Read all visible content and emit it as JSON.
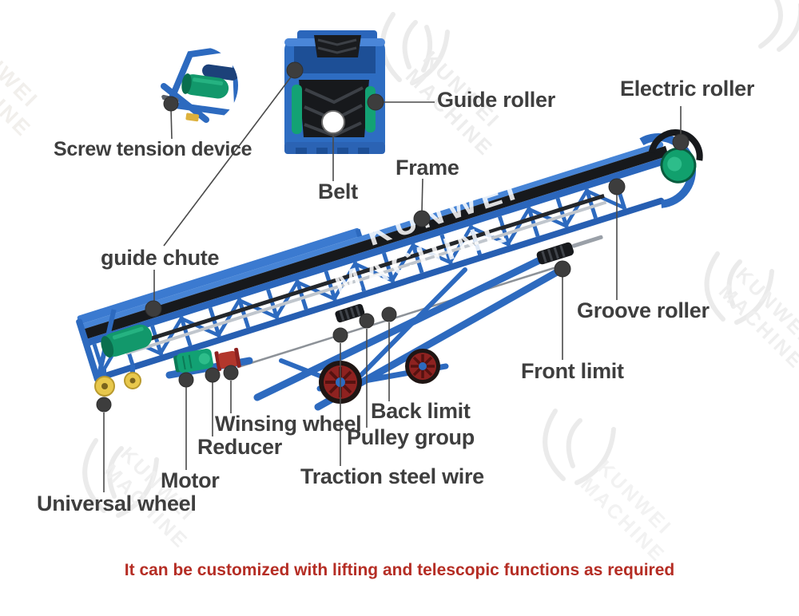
{
  "caption": {
    "text": "It can be customized with lifting and telescopic functions as required",
    "color": "#b52d24"
  },
  "watermark": {
    "line1": "KUNWEI",
    "line2": "MACHINE"
  },
  "colors": {
    "frame_blue": "#2d6abf",
    "frame_blue_light": "#4684d6",
    "frame_blue_dark": "#1d4f96",
    "belt_black": "#17191c",
    "roller_green": "#12a173",
    "pulley_red": "#8e2220",
    "winch_red": "#b2372c",
    "wheel_yellow": "#e8c84c",
    "wire_gray": "#8d9298",
    "label_gray": "#3e3e3e",
    "callout_dot": "#3d3d3d"
  },
  "labels": [
    {
      "id": "screw-tension-device",
      "text": "Screw tension device"
    },
    {
      "id": "guide-roller",
      "text": "Guide roller"
    },
    {
      "id": "electric-roller",
      "text": "Electric roller"
    },
    {
      "id": "belt",
      "text": "Belt"
    },
    {
      "id": "frame",
      "text": "Frame"
    },
    {
      "id": "guide-chute",
      "text": "guide chute"
    },
    {
      "id": "groove-roller",
      "text": "Groove roller"
    },
    {
      "id": "front-limit",
      "text": "Front limit"
    },
    {
      "id": "back-limit",
      "text": "Back limit"
    },
    {
      "id": "pulley-group",
      "text": "Pulley group"
    },
    {
      "id": "traction-steel-wire",
      "text": "Traction steel wire"
    },
    {
      "id": "winsing-wheel",
      "text": "Winsing wheel"
    },
    {
      "id": "reducer",
      "text": "Reducer"
    },
    {
      "id": "motor",
      "text": "Motor"
    },
    {
      "id": "universal-wheel",
      "text": "Universal wheel"
    }
  ]
}
